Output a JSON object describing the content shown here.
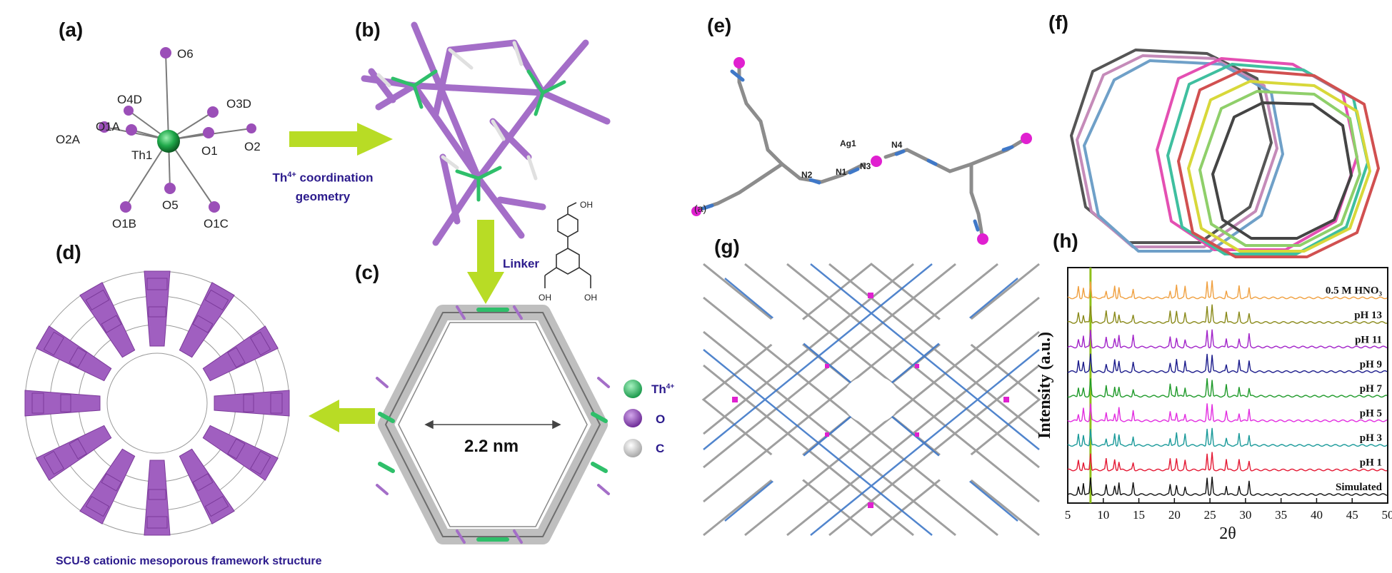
{
  "panels": {
    "a": "(a)",
    "b": "(b)",
    "c": "(c)",
    "d": "(d)",
    "e": "(e)",
    "f": "(f)",
    "g": "(g)",
    "h": "(h)"
  },
  "panel_a": {
    "atoms": [
      "O6",
      "O4D",
      "O3D",
      "O1A",
      "O2A",
      "Th1",
      "O1",
      "O2",
      "O1B",
      "O5",
      "O1C"
    ]
  },
  "arrow_text": {
    "line1_base": "Th",
    "line1_sup": "4+",
    "line1_rest": " coordination",
    "line2": "geometry"
  },
  "linker_label": "Linker",
  "linker_groups": [
    "OH",
    "OH",
    "OH"
  ],
  "pore_label": "2.2 nm",
  "legend": [
    {
      "label": "Th",
      "sup": "4+",
      "color": "#2fbf6a"
    },
    {
      "label": "O",
      "sup": "",
      "color": "#8a46b0"
    },
    {
      "label": "C",
      "sup": "",
      "color": "#d8d8d8"
    }
  ],
  "caption_d": "SCU-8 cationic mesoporous framework structure",
  "panel_e": {
    "atoms": [
      "Ag1",
      "N1",
      "N2",
      "N3",
      "N4"
    ],
    "corner_label": "(a)"
  },
  "colors": {
    "purple": "#a46ec8",
    "green": "#2fbf6a",
    "arrow": "#b8dc25",
    "magenta": "#e020d0",
    "nitrogen": "#3f78c8",
    "carbon": "#8c8c8c",
    "text_blue": "#2b1a8c"
  },
  "chart_data": {
    "type": "line",
    "xlabel": "2θ",
    "ylabel": "Intensity (a.u.)",
    "xlim": [
      5,
      50
    ],
    "x_ticks": [
      5,
      10,
      15,
      20,
      25,
      30,
      35,
      40,
      45,
      50
    ],
    "highlight_line_x": 8.2,
    "series": [
      {
        "name": "Simulated",
        "color": "#111111"
      },
      {
        "name": "pH 1",
        "color": "#e41a35"
      },
      {
        "name": "pH 3",
        "color": "#1a9a9a"
      },
      {
        "name": "pH 5",
        "color": "#e22de0"
      },
      {
        "name": "pH 7",
        "color": "#1f9a2a"
      },
      {
        "name": "pH 9",
        "color": "#1c1c8c"
      },
      {
        "name": "pH 11",
        "color": "#a223c9"
      },
      {
        "name": "pH 13",
        "color": "#8a8a1a"
      },
      {
        "name": "0.5 M HNO₃",
        "color": "#f0a040"
      }
    ],
    "peaks_2theta": [
      6.5,
      7.2,
      8.2,
      10.4,
      11.6,
      12.2,
      14.2,
      19.4,
      20.3,
      21.5,
      24.6,
      25.3,
      27.3,
      29.1,
      30.5
    ]
  }
}
